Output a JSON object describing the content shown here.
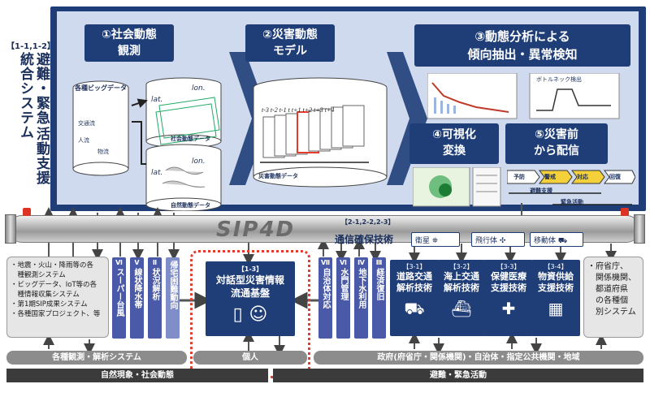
{
  "system": {
    "ref": "【1-1,1-2】",
    "title_col1": "避難・緊急",
    "title_col2": "統合システム",
    "title_col3": "活動支援"
  },
  "steps": {
    "s1_l1": "①社会動態",
    "s1_l2": "観測",
    "s2_l1": "②災害動態",
    "s2_l2": "モデル",
    "s3_l1": "③動態分析による",
    "s3_l2": "傾向抽出・異常検知",
    "s4_l1": "④可視化",
    "s4_l2": "変換",
    "s5_l1": "⑤災害前",
    "s5_l2": "から配信"
  },
  "diagram_labels": {
    "bigdata": "各種ビッグデータ",
    "traffic": "交通流",
    "people": "人流",
    "logistics": "物流",
    "lon1": "lon.",
    "lat1": "lat.",
    "social_data": "社会動態データ",
    "lon2": "lon.",
    "lat2": "lat.",
    "natural_data": "自然動態データ",
    "disaster_data": "災害動態データ",
    "bottleneck": "ボトルネック検出",
    "phase1": "予防",
    "phase2": "警戒",
    "phase3": "対応",
    "phase4": "回復",
    "evac_support": "避難支援",
    "emergency": "緊急活動"
  },
  "pipe": {
    "logo": "SIP4D"
  },
  "comm": {
    "ref": "【2-1,2-2,2-3】",
    "title": "通信確保技術",
    "satellite": "衛星",
    "aircraft": "飛行体",
    "mobile": "移動体"
  },
  "left_box": {
    "line1": "・地震・火山・降雨等の各",
    "line2": "　種観測システム",
    "line3": "・ビッグデータ、IoT等の各",
    "line4": "　種情報収集システム",
    "line5": "・第1期SIP成果システム",
    "line6": "・各種国家プロジェクト、等"
  },
  "vboxes_left": [
    {
      "num": "Ⅵ",
      "txt": "スーパー台風"
    },
    {
      "num": "Ⅴ",
      "txt": "線状降水帯"
    },
    {
      "num": "Ⅱ",
      "txt": "状況解析"
    },
    {
      "num": "",
      "txt": "帰宅困難動向"
    }
  ],
  "center": {
    "ref": "【1-3】",
    "l1": "対話型災害情報",
    "l2": "流通基盤"
  },
  "vboxes_right": [
    {
      "num": "Ⅶ",
      "txt": "自治体対応"
    },
    {
      "num": "Ⅵ",
      "txt": "水門管理"
    },
    {
      "num": "Ⅳ",
      "txt": "地下水利用"
    },
    {
      "num": "Ⅲ",
      "txt": "経済復旧"
    }
  ],
  "rboxes": [
    {
      "code": "【3-1】",
      "t1": "道路交通",
      "t2": "解析技術"
    },
    {
      "code": "【3-2】",
      "t1": "海上交通",
      "t2": "解析技術"
    },
    {
      "code": "【3-3】",
      "t1": "保健医療",
      "t2": "支援技術"
    },
    {
      "code": "【3-4】",
      "t1": "物資供給",
      "t2": "支援技術"
    }
  ],
  "right_box": {
    "line1": "・府省庁、",
    "line2": "　関係機関、",
    "line3": "　都道府県",
    "line4": "　の各種個",
    "line5": "　別システム"
  },
  "bottom": {
    "observ": "各種観測・解析システム",
    "personal": "個人",
    "gov": "政府(府省庁・関係機関)・自治体・指定公共機関・地域",
    "nature": "自然現象・社会動態",
    "evac": "避難・緊急活動"
  },
  "colors": {
    "navy": "#1f3e78",
    "panel": "#cfdaef",
    "purple": "#4a5aa8",
    "accent_red": "#e23c2f"
  }
}
